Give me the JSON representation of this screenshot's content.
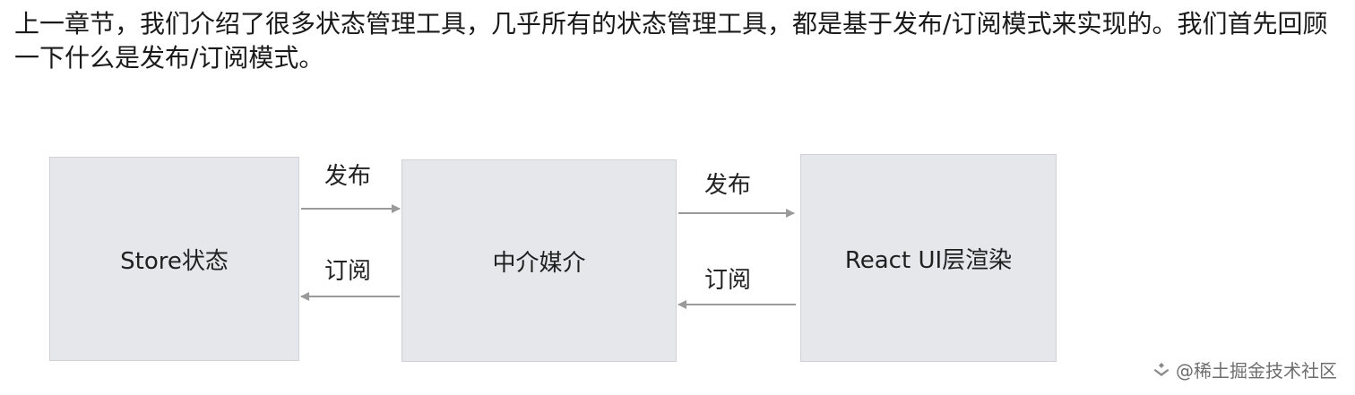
{
  "intro_text": "上一章节，我们介绍了很多状态管理工具，几乎所有的状态管理工具，都是基于发布/订阅模式来实现的。我们首先回顾一下什么是发布/订阅模式。",
  "diagram": {
    "nodes": {
      "store": "Store状态",
      "mediator": "中介媒介",
      "react": "React UI层渲染"
    },
    "edges": {
      "publish_left": "发布",
      "subscribe_left": "订阅",
      "publish_right": "发布",
      "subscribe_right": "订阅"
    },
    "colors": {
      "box_fill": "#e6e7ea",
      "box_border": "#cfd1d6",
      "arrow": "#9a9a9a"
    }
  },
  "watermark": {
    "text": "@稀土掘金技术社区"
  }
}
